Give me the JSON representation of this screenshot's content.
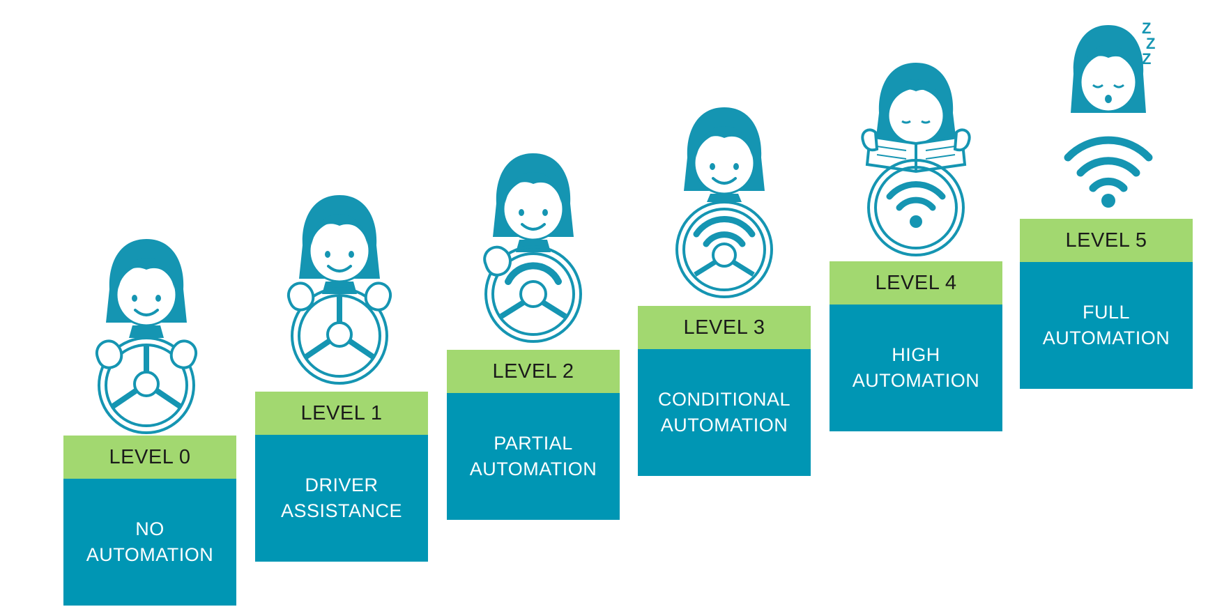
{
  "colors": {
    "teal": "#1595b2",
    "level_header": "#a2d870",
    "description_box": "#0096b4",
    "background": "#ffffff"
  },
  "levels": [
    {
      "level": "LEVEL 0",
      "line1": "NO",
      "line2": "AUTOMATION",
      "figure": "hands-on-wheel",
      "wheel_icon": "steering-wheel-icon"
    },
    {
      "level": "LEVEL 1",
      "line1": "DRIVER",
      "line2": "ASSISTANCE",
      "figure": "hands-on-wheel",
      "wheel_icon": "steering-wheel-icon"
    },
    {
      "level": "LEVEL 2",
      "line1": "PARTIAL",
      "line2": "AUTOMATION",
      "figure": "one-hand-on-wheel",
      "wheel_icon": "steering-wheel-icon"
    },
    {
      "level": "LEVEL 3",
      "line1": "CONDITIONAL",
      "line2": "AUTOMATION",
      "figure": "hands-off-wheel",
      "wheel_icon": "steering-wheel-icon"
    },
    {
      "level": "LEVEL 4",
      "line1": "HIGH",
      "line2": "AUTOMATION",
      "figure": "reading-newspaper",
      "wheel_icon": "wireless-wheel-icon"
    },
    {
      "level": "LEVEL 5",
      "line1": "FULL",
      "line2": "AUTOMATION",
      "figure": "sleeping",
      "wheel_icon": "wireless-signal-icon"
    }
  ],
  "sleep_glyphs": [
    "Z",
    "Z",
    "Z"
  ]
}
